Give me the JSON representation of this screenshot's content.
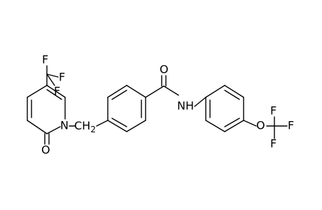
{
  "structure": {
    "atoms": {
      "F1": "F",
      "F2": "F",
      "F3": "F",
      "N1": "N",
      "O1": "O",
      "CH2": "CH2",
      "O2": "O",
      "NH": "NH",
      "O3": "O",
      "F4": "F",
      "F5": "F",
      "F6": "F"
    }
  },
  "colors": {
    "ink": "#000000",
    "background": "#ffffff"
  }
}
